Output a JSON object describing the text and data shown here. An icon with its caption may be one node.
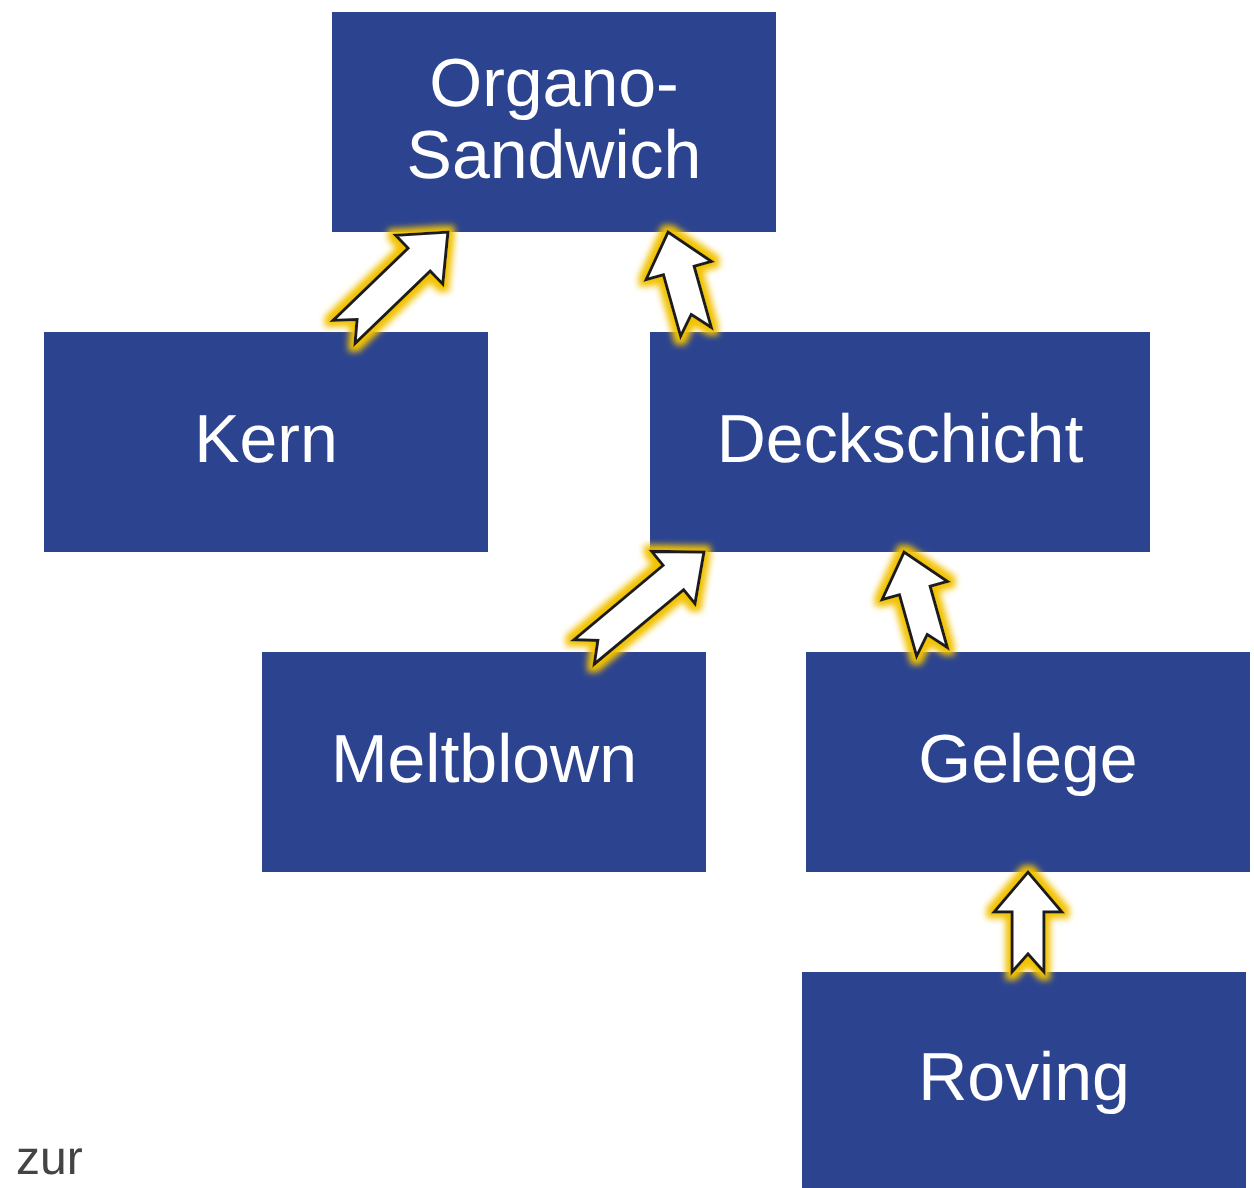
{
  "diagram": {
    "nodes": [
      {
        "text": [
          "Organo- Sandwich"
        ]
      },
      {
        "text": [
          "Kern"
        ]
      },
      {
        "text": [
          "Deckschicht"
        ]
      },
      {
        "text": [
          "Meltblown"
        ]
      },
      {
        "text": [
          "Gelege"
        ]
      },
      {
        "text": [
          "Roving"
        ]
      }
    ],
    "edges": [
      {
        "from": 1,
        "to": 0,
        "arrow": "to"
      },
      {
        "from": 2,
        "to": 0,
        "arrow": "to"
      },
      {
        "from": 3,
        "to": 2,
        "arrow": "to"
      },
      {
        "from": 4,
        "to": 2,
        "arrow": "to"
      },
      {
        "from": 5,
        "to": 4,
        "arrow": "to"
      }
    ],
    "labels": [
      "zur"
    ]
  }
}
